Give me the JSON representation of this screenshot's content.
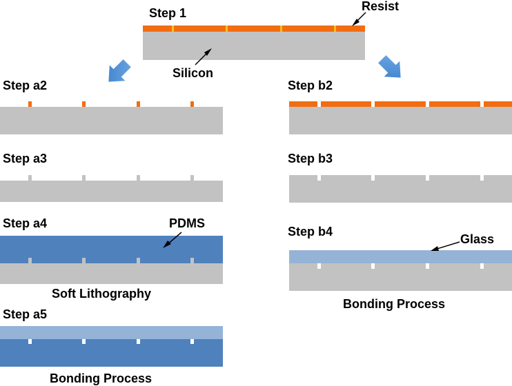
{
  "labels": {
    "step1": "Step 1",
    "resist": "Resist",
    "silicon": "Silicon",
    "step_a2": "Step a2",
    "step_a3": "Step a3",
    "step_a4": "Step a4",
    "pdms": "PDMS",
    "soft_lithography": "Soft Lithography",
    "step_a5": "Step a5",
    "bonding_process_a": "Bonding Process",
    "step_b2": "Step b2",
    "step_b3": "Step b3",
    "step_b4": "Step b4",
    "glass": "Glass",
    "bonding_process_b": "Bonding Process"
  },
  "colors": {
    "silicon": "#c2c2c2",
    "resist": "#f26d12",
    "resist_gap": "#f0c419",
    "pdms": "#4f81bd",
    "glass": "#95b3d7",
    "flow_arrow": "#4a90d9"
  }
}
